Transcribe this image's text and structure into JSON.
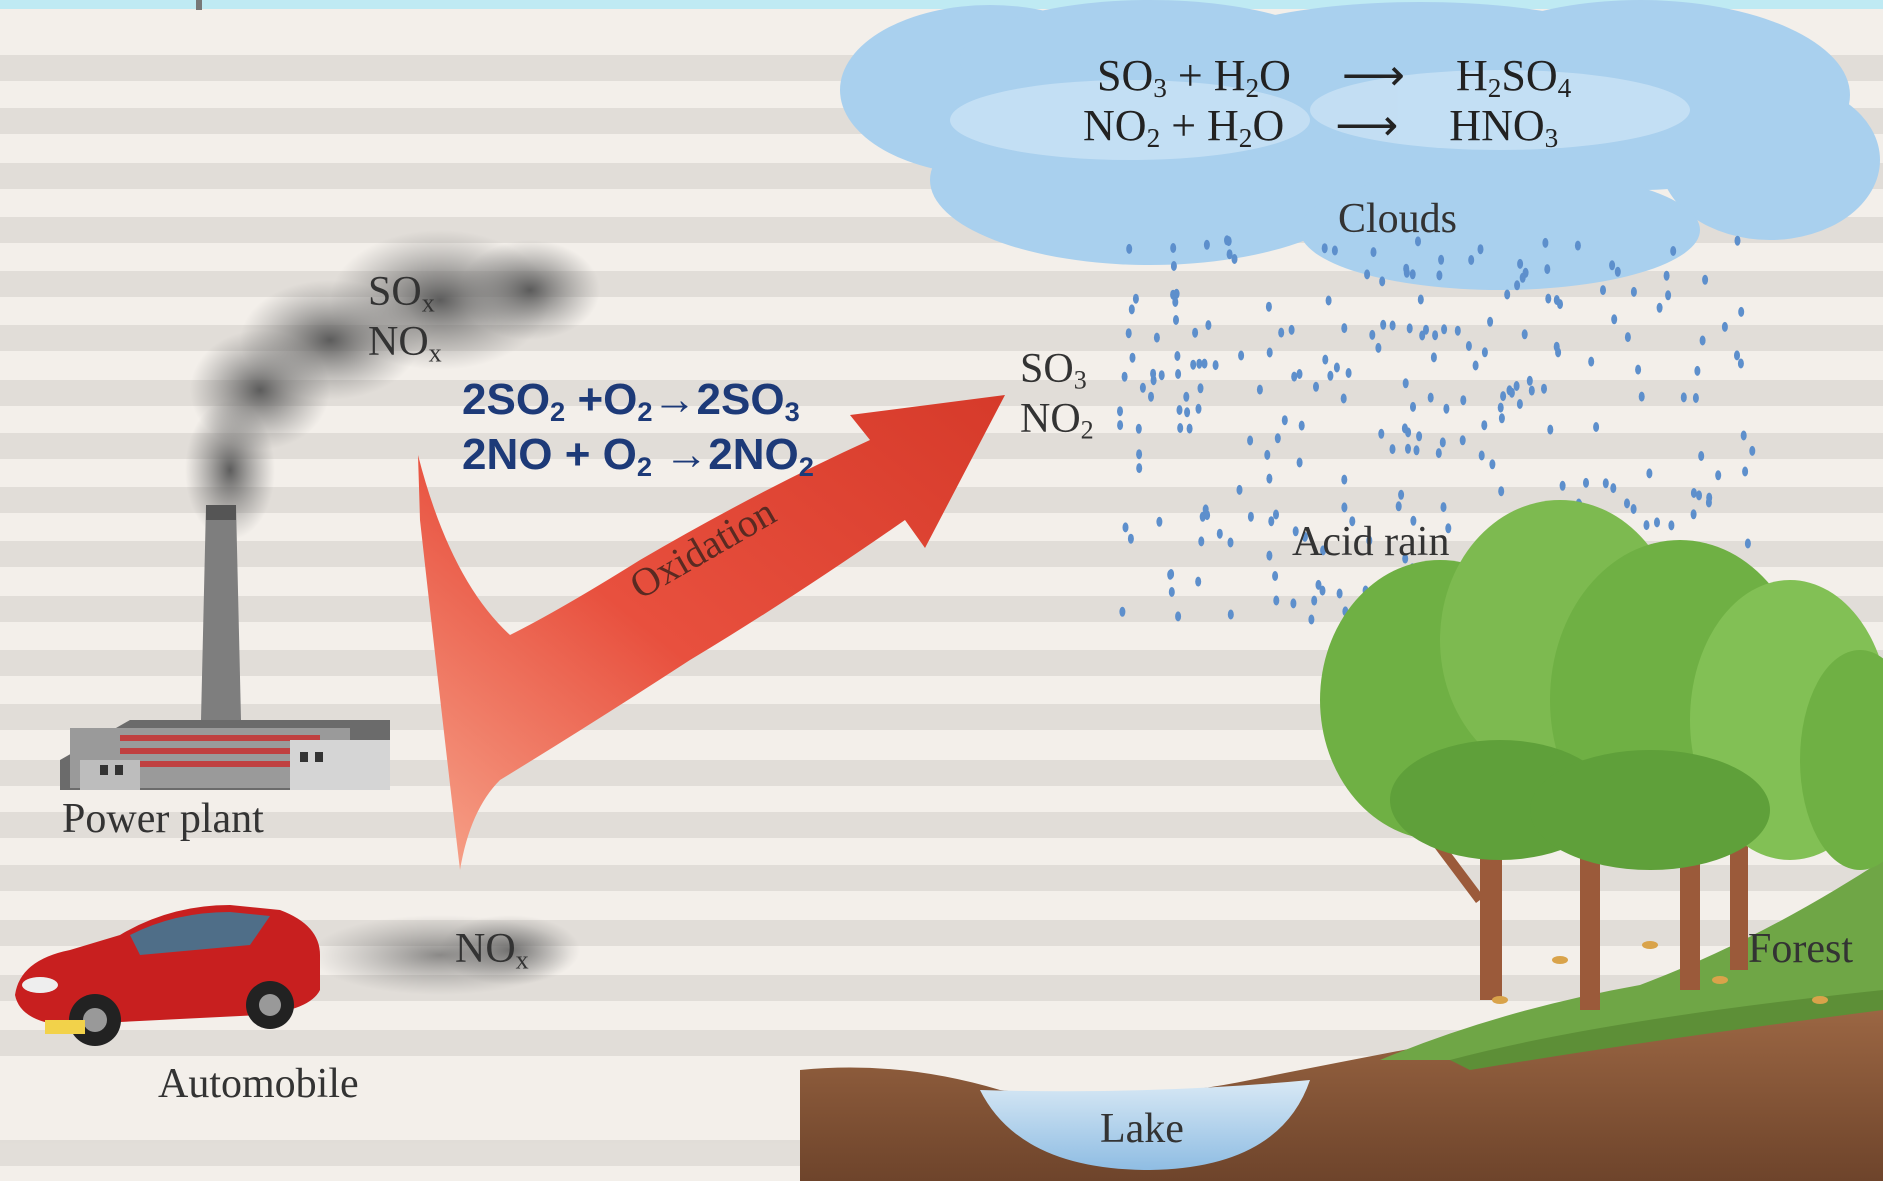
{
  "labels": {
    "clouds": "Clouds",
    "acid_rain": "Acid rain",
    "power_plant": "Power plant",
    "automobile": "Automobile",
    "lake": "Lake",
    "forest": "Forest",
    "oxidation": "Oxidation"
  },
  "emissions": {
    "plant_so": "SO",
    "plant_so_sub": "x",
    "plant_no": "NO",
    "plant_no_sub": "x",
    "car_no": "NO",
    "car_no_sub": "x",
    "oxidized_so": "SO",
    "oxidized_so_sub": "3",
    "oxidized_no": "NO",
    "oxidized_no_sub": "2"
  },
  "cloud_reactions": [
    {
      "r1": "SO",
      "r1_sub": "3",
      "plus": "+ H",
      "r2_sub": "2",
      "r2_end": "O",
      "arrow": "⟶",
      "p": "H",
      "p_sub": "2",
      "p2": "SO",
      "p2_sub": "4"
    },
    {
      "r1": "NO",
      "r1_sub": "2",
      "plus": "+ H",
      "r2_sub": "2",
      "r2_end": "O",
      "arrow": "⟶",
      "p": "HNO",
      "p_sub": "3",
      "p2": "",
      "p2_sub": ""
    }
  ],
  "oxidation_equations": [
    {
      "a": "2SO",
      "a_sub": "2",
      "b": " +O",
      "b_sub": "2",
      "c": "→2SO",
      "c_sub": "3"
    },
    {
      "a": "2NO + O",
      "a_sub": "2",
      "b": " →2NO",
      "b_sub": "2",
      "c": "",
      "c_sub": ""
    }
  ],
  "colors": {
    "sky_bar": "#bfeaf3",
    "cloud": "#a9d0ee",
    "arrow": "#e8503e",
    "equation_text": "#1d3a78",
    "car": "#c81f1f",
    "tree": "#6fb044",
    "trunk": "#9b5a3a",
    "ground": "#8a5a3c",
    "lake": "#b7d6ee"
  }
}
